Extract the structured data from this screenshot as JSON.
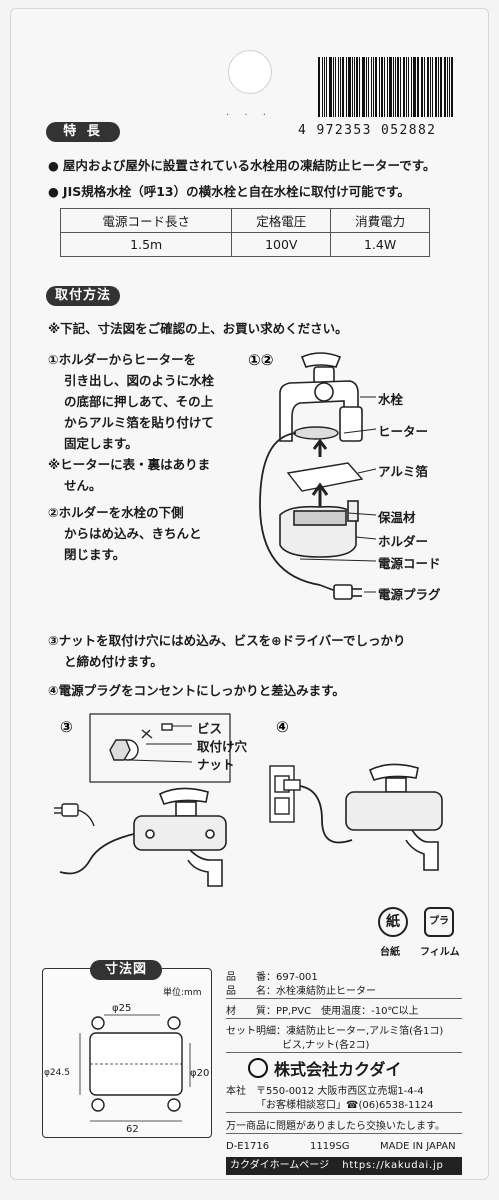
{
  "barcode": {
    "number": "4 972353 052882"
  },
  "features": {
    "tag": "特 長",
    "items": [
      "屋内および屋外に設置されている水栓用の凍結防止ヒーターです。",
      "JIS規格水栓（呼13）の横水栓と自在水栓に取付け可能です。"
    ]
  },
  "spec_table": {
    "headers": [
      "電源コード長さ",
      "定格電圧",
      "消費電力"
    ],
    "values": [
      "1.5m",
      "100V",
      "1.4W"
    ]
  },
  "install": {
    "tag": "取付方法",
    "notice": "※下記、寸法図をご確認の上、お買い求めください。",
    "step1": [
      "①ホルダーからヒーターを",
      "引き出し、図のように水栓",
      "の底部に押しあて、その上",
      "からアルミ箔を貼り付けて",
      "固定します。"
    ],
    "note1": [
      "※ヒーターに表・裏はありま",
      "せん。"
    ],
    "step2": [
      "②ホルダーを水栓の下側",
      "からはめ込み、きちんと",
      "閉じます。"
    ],
    "step3": [
      "③ナットを取付け穴にはめ込み、ビスを⊕ドライバーでしっかり",
      "と締め付けます。"
    ],
    "step4": "④電源プラグをコンセントにしっかりと差込みます。",
    "fig12": {
      "num": "①②",
      "labels": [
        "水栓",
        "ヒーター",
        "アルミ箔",
        "保温材",
        "ホルダー",
        "電源コード",
        "電源プラグ"
      ]
    },
    "fig3": {
      "num": "③",
      "labels": [
        "ビス",
        "取付け穴",
        "ナット"
      ]
    },
    "fig4": {
      "num": "④"
    }
  },
  "recycle": {
    "paper_char": "紙",
    "paper_label": "台紙",
    "plastic_char": "プラ",
    "plastic_label": "フィルム"
  },
  "dimensions": {
    "tag": "寸法図",
    "unit": "単位:mm",
    "top": "φ25",
    "left": "φ24.5",
    "right": "φ20",
    "bottom": "62"
  },
  "product": {
    "rows": [
      {
        "label": "品　　番",
        "value": "697-001"
      },
      {
        "label": "品　　名",
        "value": "水栓凍結防止ヒーター"
      },
      {
        "label": "材　　質",
        "value": "PP,PVC　使用温度：-10℃以上"
      },
      {
        "label": "セット明細",
        "value": "凍結防止ヒーター,アルミ箔(各1コ)"
      },
      {
        "label": "",
        "value": "ビス,ナット(各2コ)"
      }
    ],
    "company": "株式会社カクダイ",
    "address_label": "本社",
    "address": "〒550-0012 大阪市西区立売堀1-4-4",
    "tel_label": "「お客様相談窓口」",
    "tel": "☎(06)6538-1124",
    "exchange": "万一商品に問題がありましたら交換いたします。",
    "code": "D-E1716",
    "lot": "1119SG",
    "made": "MADE IN JAPAN",
    "homepage_label": "カクダイホームページ",
    "homepage_url": "https://kakudai.jp"
  }
}
